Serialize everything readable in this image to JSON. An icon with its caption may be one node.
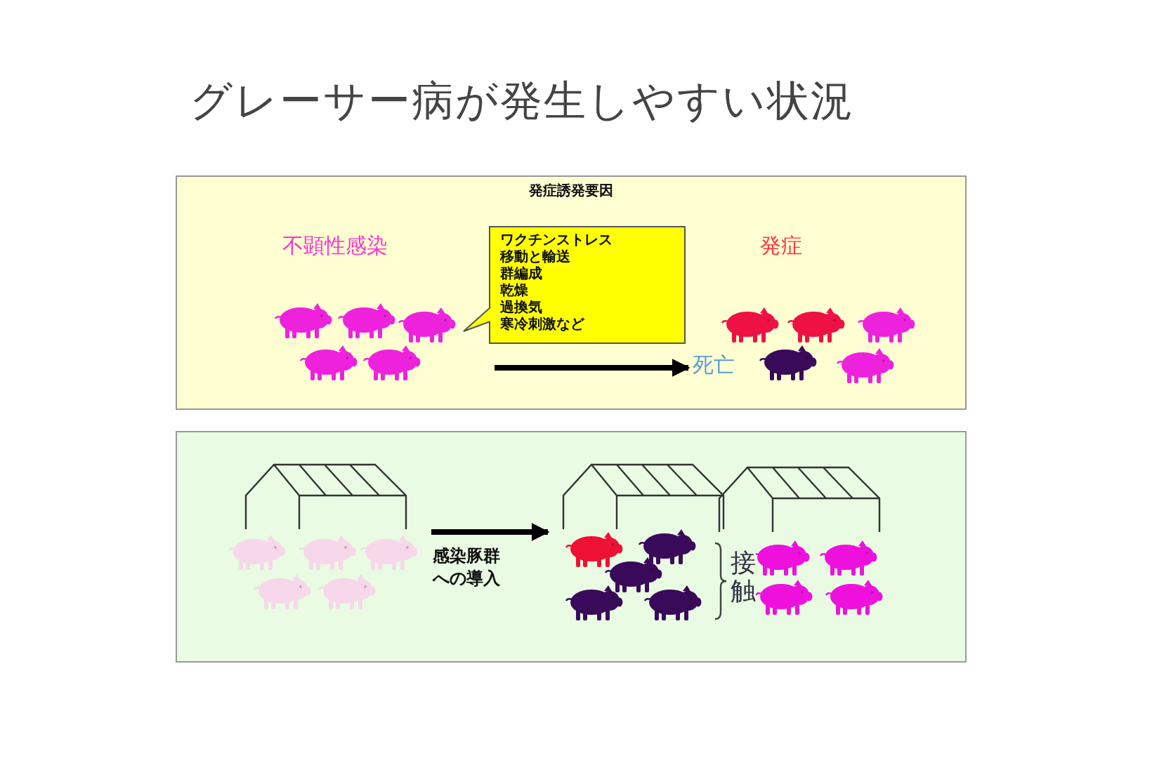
{
  "diagram": {
    "title": "グレーサー病が発生しやすい状況",
    "nodes": [
      {
        "text": [
          "発症誘発要因"
        ]
      },
      {
        "text": [
          "不顕性感染"
        ],
        "in": 0
      },
      {
        "text": [
          "ワクチンストレス",
          "移動と輸送",
          "群編成",
          "乾燥",
          "過換気",
          "寒冷刺激など"
        ],
        "in": 0
      },
      {
        "text": [],
        "shape": "picture",
        "in": 0
      },
      {
        "text": [
          "発症"
        ],
        "in": 0
      },
      {
        "text": [],
        "shape": "picture",
        "in": 0
      },
      {
        "text": [
          "死亡"
        ],
        "in": 0
      },
      {
        "text": [],
        "shape": "box"
      },
      {
        "text": [],
        "shape": "picture",
        "in": 7
      },
      {
        "text": [],
        "shape": "picture",
        "in": 7
      }
    ],
    "edges": [
      {
        "from": null,
        "to": 6,
        "arrow": "to"
      },
      {
        "from": 8,
        "to": 9,
        "arrow": "to",
        "label": "感染豚群への導入"
      }
    ],
    "labels": [
      "接触"
    ]
  }
}
